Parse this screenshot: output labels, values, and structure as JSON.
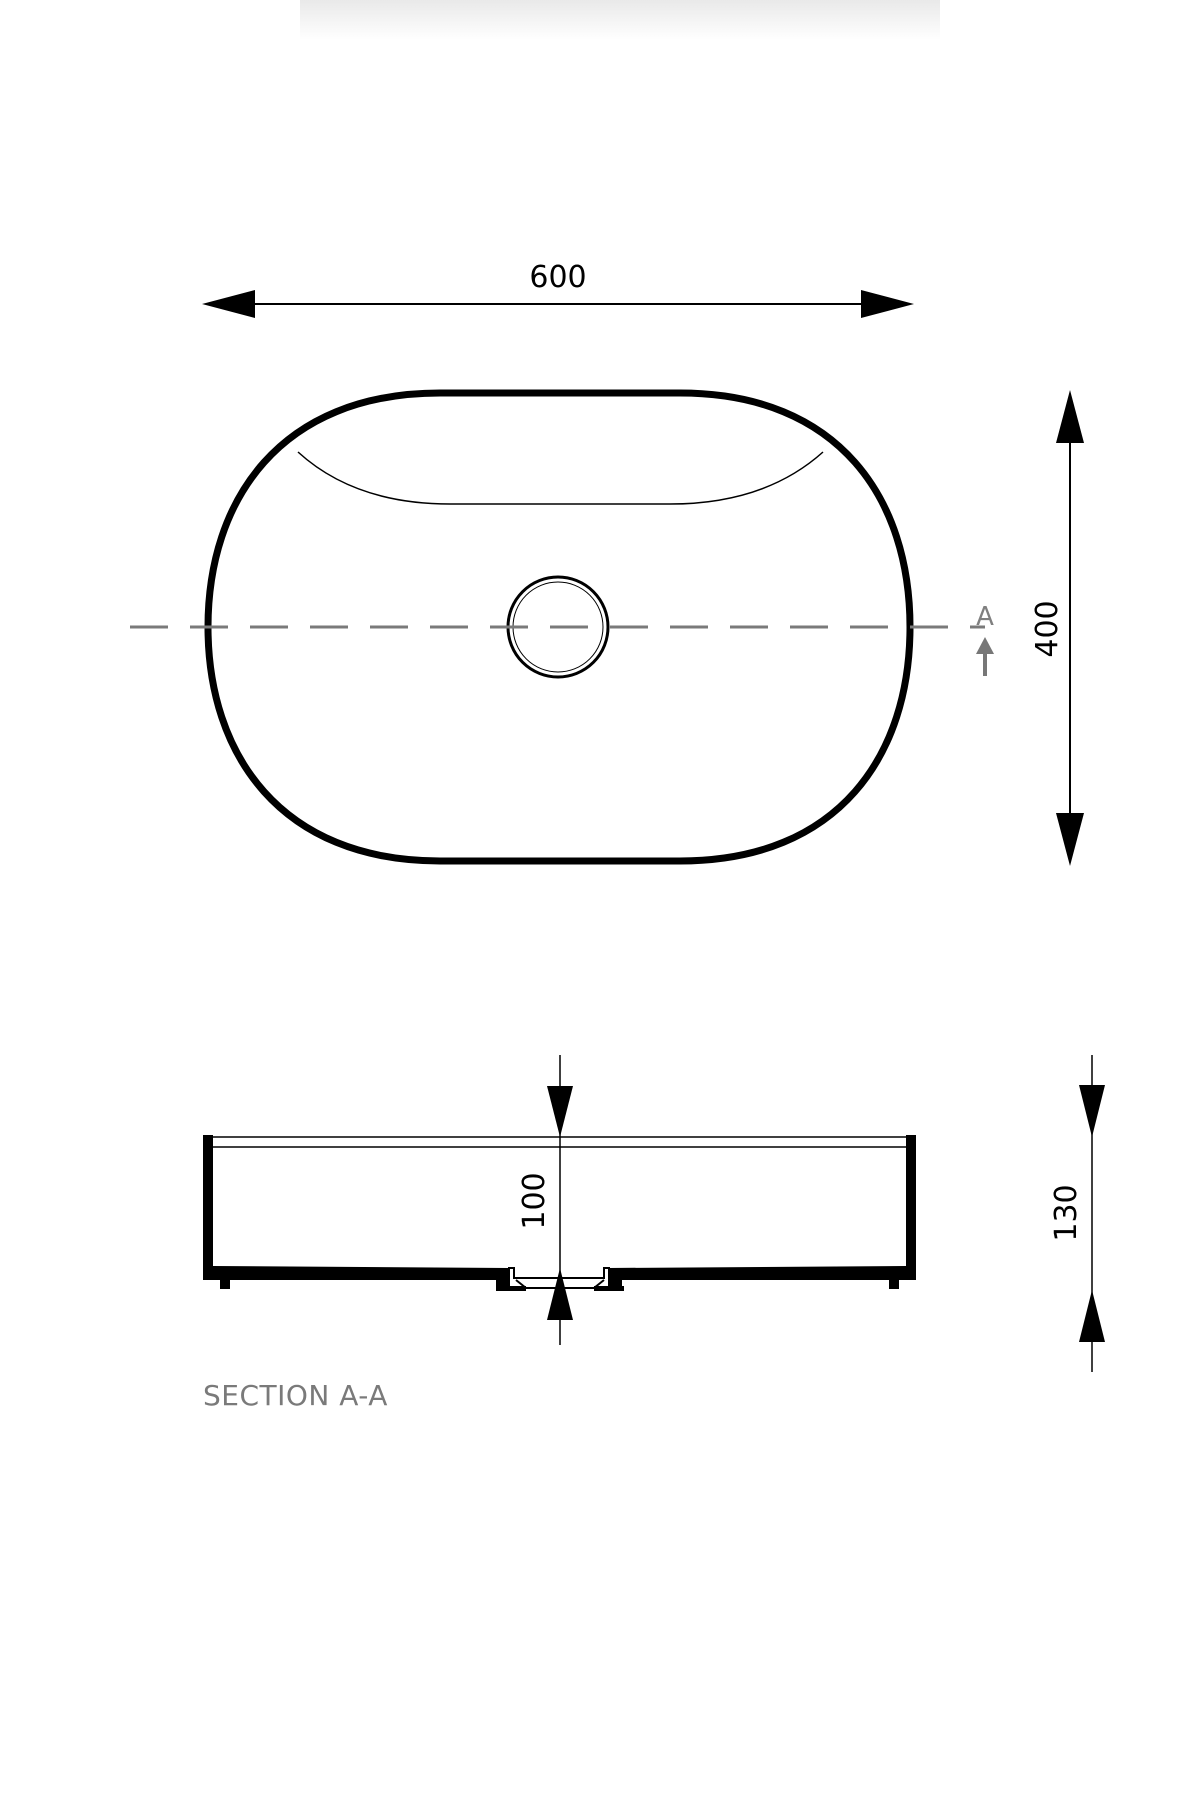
{
  "dimensions": {
    "width": "600",
    "depth": "400",
    "inner_depth": "100",
    "height": "130"
  },
  "section_marker": "A",
  "section_caption": "SECTION A-A",
  "colors": {
    "outline": "#000000",
    "section_line": "#7a7a7a",
    "caption": "#7a7a7a"
  }
}
